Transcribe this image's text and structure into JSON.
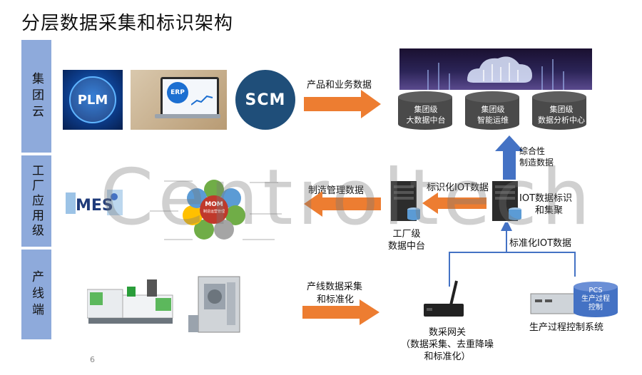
{
  "title": "分层数据采集和标识架构",
  "tiers": [
    "集团云",
    "工厂应用级",
    "产线端"
  ],
  "group_cloud": {
    "plm_label": "PLM",
    "erp_label": "ERP",
    "scm_label": "SCM",
    "arrow_label": "产品和业务数据",
    "databases": [
      {
        "line1": "集团级",
        "line2": "大数据中台"
      },
      {
        "line1": "集团级",
        "line2": "智能运维"
      },
      {
        "line1": "集团级",
        "line2": "数据分析中心"
      }
    ]
  },
  "factory": {
    "mes_label": "MES",
    "mom_center": "MOM",
    "mom_sub": "制造运营管理",
    "arrow_label": "制造管理数据",
    "identify_label": "标识化IOT数据",
    "datacenter_line1": "工厂级",
    "datacenter_line2": "数据中台",
    "iot_line1": "IOT数据标识",
    "iot_line2": "和集聚",
    "comprehensive_line1": "综合性",
    "comprehensive_line2": "制造数据",
    "standardized_label": "标准化IOT数据"
  },
  "line": {
    "arrow_line1": "产线数据采集",
    "arrow_line2": "和标准化",
    "gateway_line1": "数采网关",
    "gateway_line2": "（数据采集、去重降噪",
    "gateway_line3": "和标准化）",
    "pcs_line1": "PCS",
    "pcs_line2": "生产过程",
    "pcs_line3": "控制",
    "pcs_system": "生产过程控制系统"
  },
  "page_number": "6",
  "watermark": "Centroltech",
  "colors": {
    "tier_bg": "#8eaadb",
    "arrow": "#ed7d31",
    "db": "#4a4a4a",
    "blue_line": "#4472c4"
  }
}
